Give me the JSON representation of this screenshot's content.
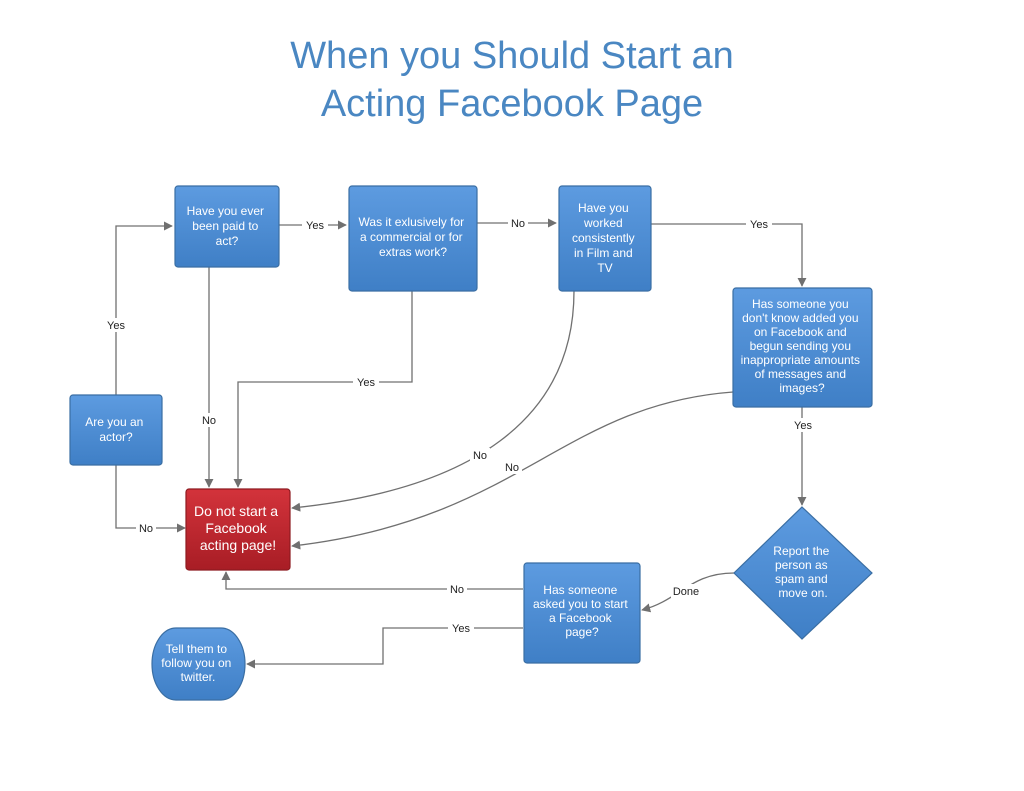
{
  "title": {
    "line1": "When you Should Start an",
    "line2": "Acting Facebook Page"
  },
  "colors": {
    "title": "#4a87c2",
    "node_fill": "#4a8ad0",
    "node_stroke": "#3a6ea3",
    "stop_fill": "#c4262e",
    "stop_stroke": "#8e1a20",
    "edge": "#707070"
  },
  "nodes": {
    "actor": [
      "Are you an",
      "actor?"
    ],
    "paid": [
      "Have you ever",
      "been paid to",
      "act?"
    ],
    "commercial": [
      "Was it exlusively for",
      "a commercial or for",
      "extras work?"
    ],
    "film": [
      "Have you",
      "worked",
      "consistently",
      "in Film and",
      "TV"
    ],
    "stranger": [
      "Has someone you",
      "don't know added you",
      "on Facebook and",
      "begun sending you",
      "inappropriate amounts",
      "of messages and",
      "images?"
    ],
    "dont_start": [
      "Do not start a",
      "Facebook",
      "acting page!"
    ],
    "report": [
      "Report the",
      "person as",
      "spam and",
      "move on."
    ],
    "asked": [
      "Has someone",
      "asked you to start",
      "a Facebook",
      "page?"
    ],
    "twitter": [
      "Tell them to",
      "follow you on",
      "twitter."
    ]
  },
  "edges": {
    "actor_yes": "Yes",
    "actor_no": "No",
    "paid_yes": "Yes",
    "paid_no": "No",
    "commercial_no": "No",
    "commercial_yes": "Yes",
    "film_yes": "Yes",
    "film_no": "No",
    "stranger_yes": "Yes",
    "stranger_no": "No",
    "report_done": "Done",
    "asked_no": "No",
    "asked_yes": "Yes"
  }
}
